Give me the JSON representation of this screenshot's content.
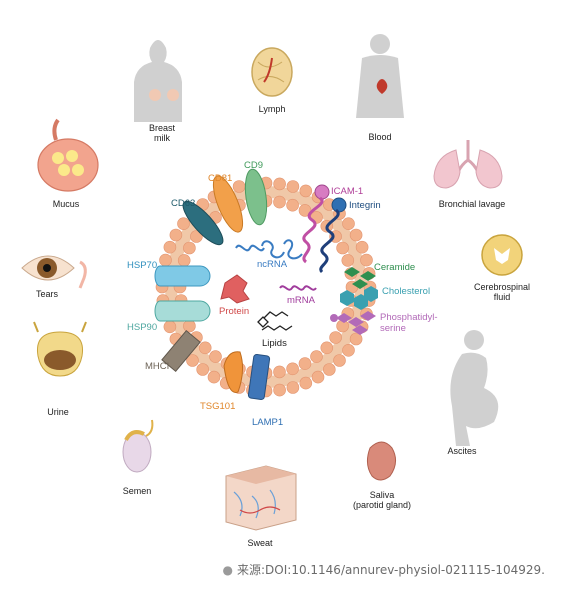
{
  "fluids": {
    "breast_milk": [
      "Breast",
      "milk"
    ],
    "lymph": "Lymph",
    "blood": "Blood",
    "mucus": "Mucus",
    "bronchial_lavage": "Bronchial lavage",
    "tears": "Tears",
    "csf": [
      "Cerebrospinal",
      "fluid"
    ],
    "urine": "Urine",
    "ascites": "Ascites",
    "semen": "Semen",
    "saliva": [
      "Saliva",
      "(parotid gland)"
    ],
    "sweat": "Sweat"
  },
  "exosome": {
    "cd9": "CD9",
    "cd81": "CD81",
    "cd63": "CD63",
    "icam1": "ICAM-1",
    "integrin": "Integrin",
    "hsp70": "HSP70",
    "hsp90": "HSP90",
    "ncrna": "ncRNA",
    "mrna": "mRNA",
    "protein": "Protein",
    "lipids": "Lipids",
    "ceramide": "Ceramide",
    "cholesterol": "Cholesterol",
    "phosphatidylserine": [
      "Phosphatidyl-",
      "serine"
    ],
    "mhci": "MHCI",
    "tsg101": "TSG101",
    "lamp1": "LAMP1"
  },
  "colors": {
    "lipid_head": "#f2b08a",
    "lipid_tail": "#f0c8a8",
    "cd9": "#7cc08c",
    "cd81": "#f2a04a",
    "cd63": "#2c6e7e",
    "icam1": "#c04fa4",
    "integrin": "#2f6fb2",
    "hsp": "#7fc9e6",
    "ncrna": "#3a7cc2",
    "mrna": "#a03c9c",
    "protein": "#e06060",
    "ceramide": "#2f8f4f",
    "cholesterol": "#3aa0b0",
    "phosphatidylserine": "#b26ab8",
    "mhci": "#8e8273",
    "tsg101": "#f0943a",
    "lamp1": "#3f76b8",
    "silhouette": "#cfcfcf"
  },
  "source": {
    "label": "来源:",
    "citation": "DOI:10.1146/annurev-physiol-021115-104929."
  }
}
